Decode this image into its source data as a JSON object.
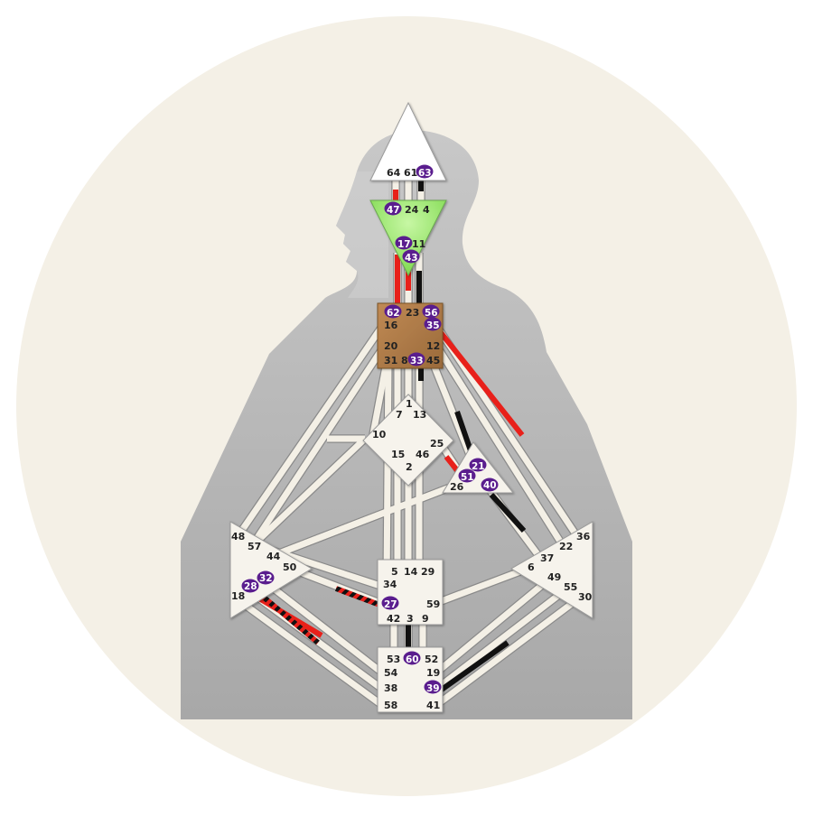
{
  "colors": {
    "background_circle": "#f4f0e6",
    "silhouette": "#b4b4b4",
    "channel": "#f4f0e6",
    "channel_edge": "#8a8a8a",
    "center_fill": "#f6f3ec",
    "head_center": "#ffffff",
    "ajna_center": "#9be86c",
    "throat_center": "#b07c4a",
    "personality_red": "#e8201a",
    "design_black": "#111111",
    "activated_gate_badge": "#5a1d8e"
  },
  "centers": [
    {
      "id": "head",
      "shape": "triangle-up",
      "defined": false,
      "gates": [
        "64",
        "61",
        "63"
      ]
    },
    {
      "id": "ajna",
      "shape": "triangle-down",
      "defined": true,
      "color": "#9be86c",
      "gates": [
        "47",
        "24",
        "4",
        "17",
        "11",
        "43"
      ]
    },
    {
      "id": "throat",
      "shape": "square",
      "defined": true,
      "color": "#b07c4a",
      "gates": [
        "62",
        "23",
        "56",
        "16",
        "35",
        "20",
        "12",
        "31",
        "8",
        "33",
        "45"
      ]
    },
    {
      "id": "g",
      "shape": "diamond",
      "defined": false,
      "gates": [
        "1",
        "7",
        "13",
        "10",
        "25",
        "15",
        "46",
        "2"
      ]
    },
    {
      "id": "heart",
      "shape": "triangle",
      "defined": false,
      "gates": [
        "21",
        "51",
        "26",
        "40"
      ]
    },
    {
      "id": "spleen",
      "shape": "triangle-right",
      "defined": false,
      "gates": [
        "48",
        "57",
        "44",
        "50",
        "32",
        "28",
        "18"
      ]
    },
    {
      "id": "solar-plexus",
      "shape": "triangle-left",
      "defined": false,
      "gates": [
        "36",
        "22",
        "37",
        "6",
        "49",
        "55",
        "30"
      ]
    },
    {
      "id": "sacral",
      "shape": "square",
      "defined": false,
      "gates": [
        "5",
        "14",
        "29",
        "34",
        "27",
        "59",
        "42",
        "3",
        "9"
      ]
    },
    {
      "id": "root",
      "shape": "square",
      "defined": false,
      "gates": [
        "53",
        "60",
        "52",
        "54",
        "19",
        "38",
        "39",
        "58",
        "41"
      ]
    }
  ],
  "activated_gates": [
    "63",
    "47",
    "17",
    "43",
    "62",
    "56",
    "35",
    "33",
    "21",
    "51",
    "40",
    "32",
    "28",
    "27",
    "60",
    "39"
  ],
  "defined_channels": [
    "47-64",
    "17-62",
    "11-56",
    "43-23",
    "35-36",
    "33-13",
    "8-1",
    "25-51",
    "21-45",
    "40-37",
    "28-38",
    "32-54",
    "27-50",
    "60-3",
    "39-55"
  ]
}
